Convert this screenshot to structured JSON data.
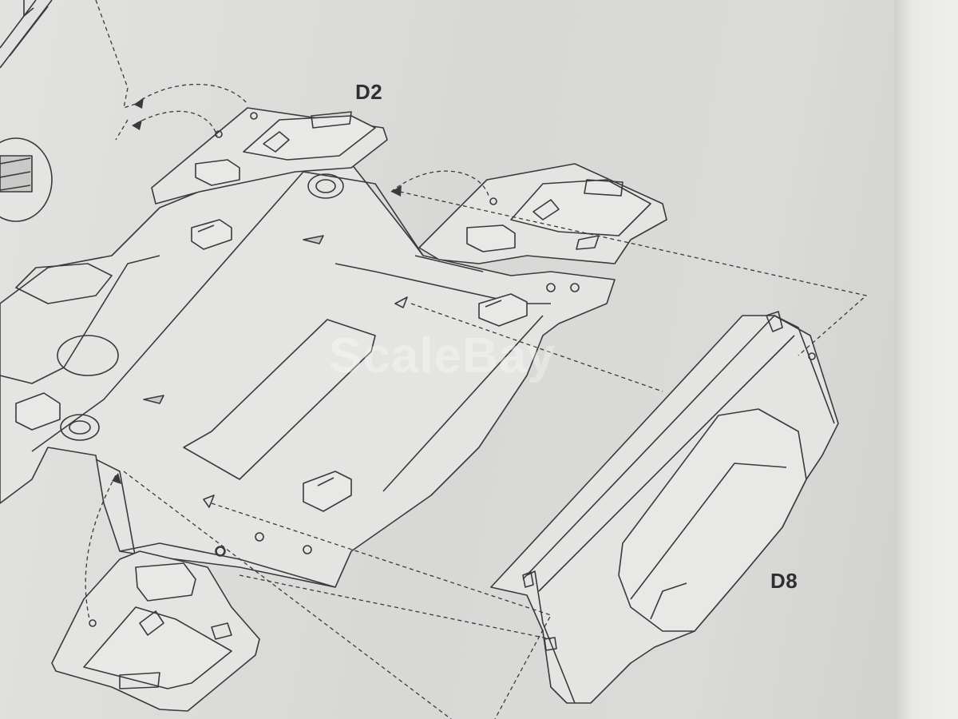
{
  "labels": {
    "d2": "D2",
    "d8": "D8"
  },
  "watermark": "ScaleBay",
  "colors": {
    "paper": "#dcdcda",
    "line": "#3a3a3a",
    "part_fill": "#e4e4e2",
    "label": "#2f2f2f"
  }
}
